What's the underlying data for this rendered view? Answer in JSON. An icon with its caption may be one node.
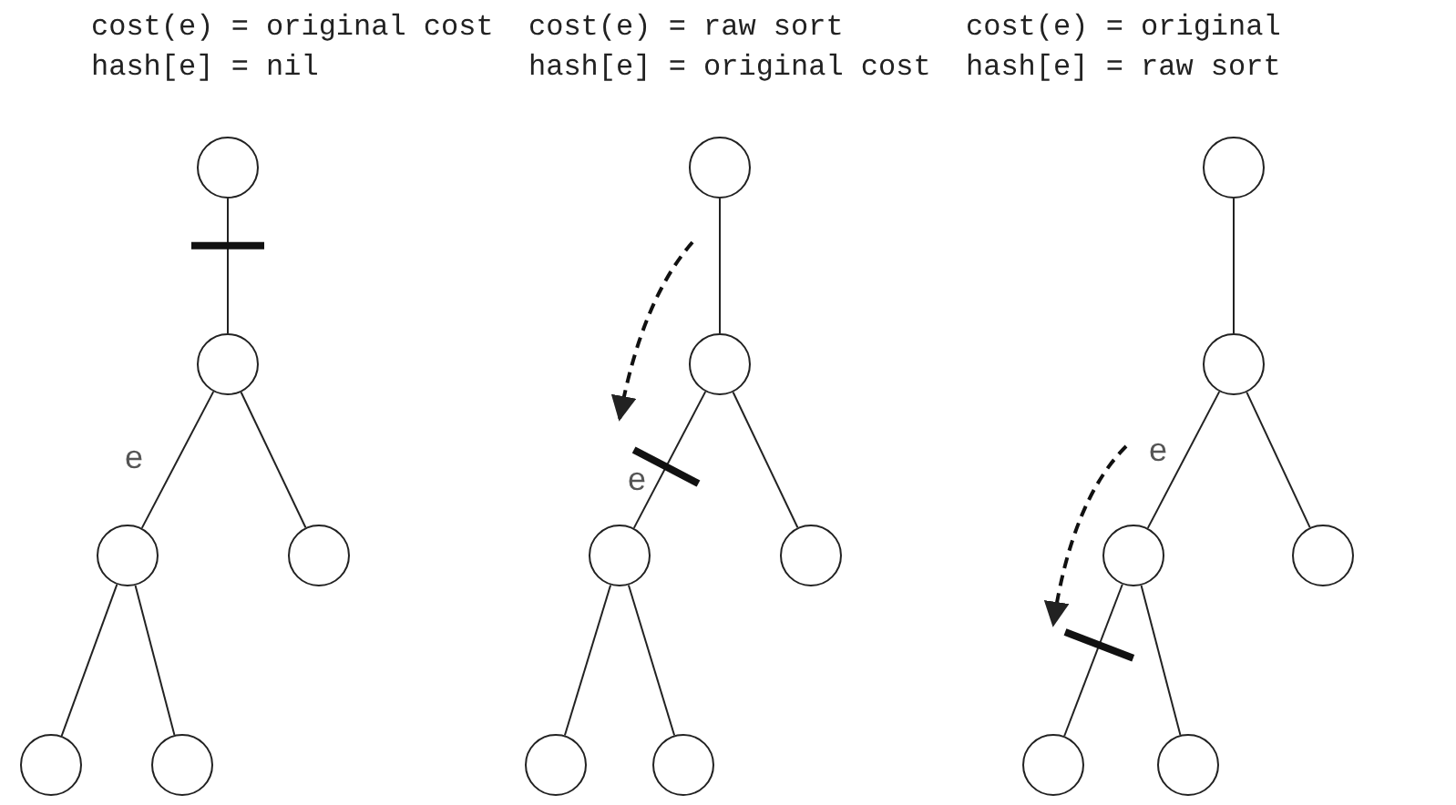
{
  "diagram": {
    "nodes": [
      {
        "text": [],
        "shape": "circle"
      },
      {
        "text": [],
        "shape": "circle"
      },
      {
        "text": [],
        "shape": "circle"
      },
      {
        "text": [],
        "shape": "circle"
      },
      {
        "text": [],
        "shape": "circle"
      },
      {
        "text": [],
        "shape": "circle"
      },
      {
        "text": [],
        "shape": "circle"
      },
      {
        "text": [],
        "shape": "circle"
      },
      {
        "text": [],
        "shape": "circle"
      },
      {
        "text": [],
        "shape": "circle"
      },
      {
        "text": [],
        "shape": "circle"
      },
      {
        "text": [],
        "shape": "circle"
      },
      {
        "text": [],
        "shape": "circle"
      },
      {
        "text": [],
        "shape": "circle"
      },
      {
        "text": [],
        "shape": "circle"
      },
      {
        "text": [],
        "shape": "circle"
      },
      {
        "text": [],
        "shape": "circle"
      },
      {
        "text": [],
        "shape": "circle"
      }
    ],
    "edges": [
      {
        "from": 0,
        "to": 1,
        "arrow": "none"
      },
      {
        "from": 1,
        "to": 2,
        "arrow": "none",
        "label": "e"
      },
      {
        "from": 1,
        "to": 3,
        "arrow": "none"
      },
      {
        "from": 2,
        "to": 4,
        "arrow": "none"
      },
      {
        "from": 2,
        "to": 5,
        "arrow": "none"
      },
      {
        "from": 6,
        "to": 7,
        "arrow": "none"
      },
      {
        "from": 7,
        "to": 8,
        "arrow": "none",
        "label": "e"
      },
      {
        "from": 7,
        "to": 9,
        "arrow": "none"
      },
      {
        "from": 8,
        "to": 10,
        "arrow": "none"
      },
      {
        "from": 8,
        "to": 11,
        "arrow": "none"
      },
      {
        "from": 12,
        "to": 13,
        "arrow": "none"
      },
      {
        "from": 13,
        "to": 14,
        "arrow": "none",
        "label": "e"
      },
      {
        "from": 13,
        "to": 15,
        "arrow": "none"
      },
      {
        "from": 14,
        "to": 16,
        "arrow": "none"
      },
      {
        "from": 14,
        "to": 17,
        "arrow": "none"
      }
    ],
    "labels": [
      "cost(e) = original cost",
      "cost(e) = raw sort",
      "cost(e) = original",
      "hash[e] = nil",
      "hash[e] = original cost",
      "hash[e] = raw sort"
    ]
  }
}
